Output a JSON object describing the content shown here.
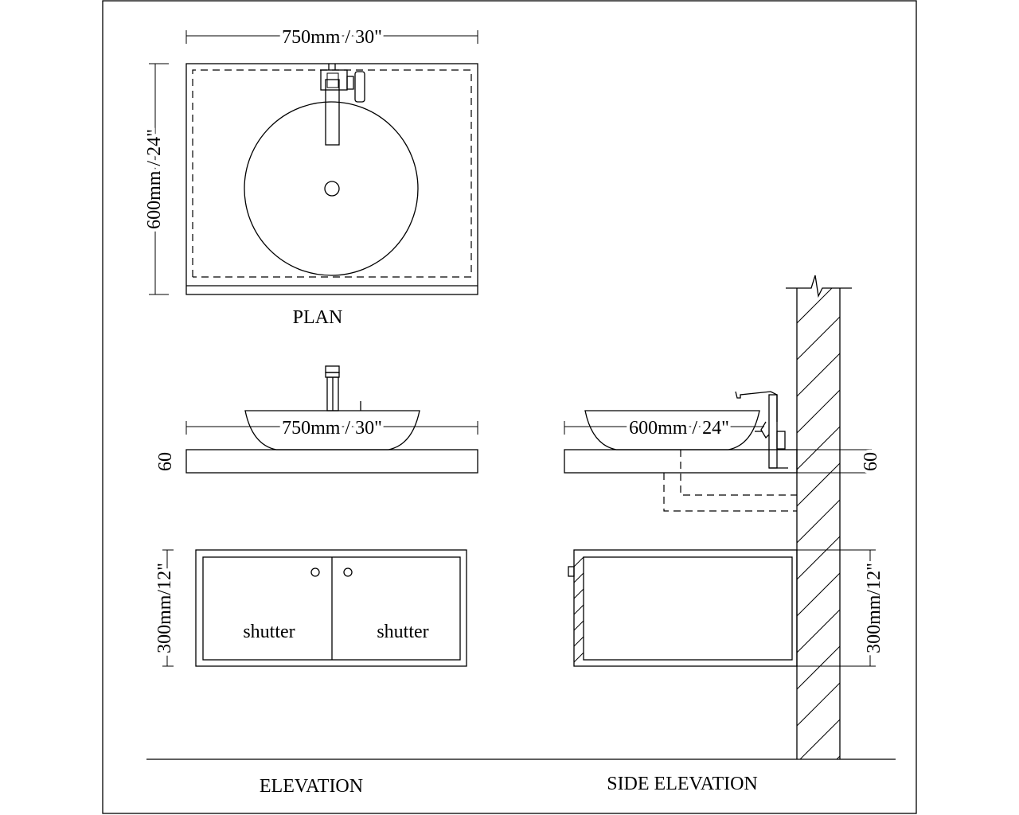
{
  "views": {
    "plan": {
      "title": "PLAN"
    },
    "elevation": {
      "title": "ELEVATION"
    },
    "side_elevation": {
      "title": "SIDE ELEVATION"
    }
  },
  "dimensions": {
    "plan_width": "750mm / 30\"",
    "plan_depth": "600mm / 24\"",
    "elevation_width": "750mm / 30\"",
    "elevation_counter_thickness": "60",
    "elevation_cabinet_height": "300mm/12\"",
    "side_depth": "600mm / 24\"",
    "side_counter_thickness": "60",
    "side_cabinet_height": "300mm/12\""
  },
  "cabinet": {
    "left_shutter": "shutter",
    "right_shutter": "shutter"
  }
}
